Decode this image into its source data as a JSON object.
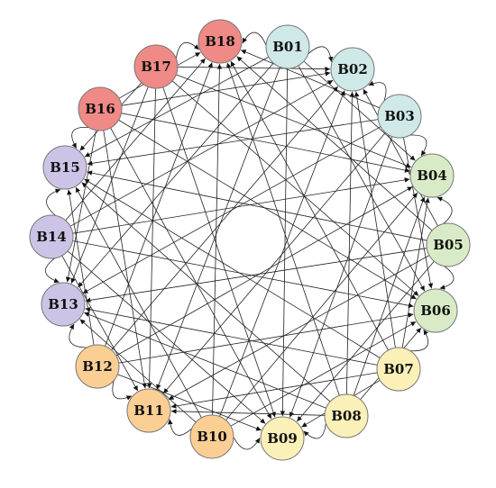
{
  "diagram": {
    "groups": [
      {
        "id": "teal",
        "color": "#cfe8e8"
      },
      {
        "id": "green",
        "color": "#d8ebc6"
      },
      {
        "id": "yellow",
        "color": "#fbf0b8"
      },
      {
        "id": "orange",
        "color": "#fbcf94"
      },
      {
        "id": "purple",
        "color": "#cdc3e6"
      },
      {
        "id": "red",
        "color": "#f08a86"
      }
    ],
    "nodes": [
      {
        "id": "B01",
        "label": "B01",
        "group": "teal"
      },
      {
        "id": "B02",
        "label": "B02",
        "group": "teal"
      },
      {
        "id": "B03",
        "label": "B03",
        "group": "teal"
      },
      {
        "id": "B04",
        "label": "B04",
        "group": "green"
      },
      {
        "id": "B05",
        "label": "B05",
        "group": "green"
      },
      {
        "id": "B06",
        "label": "B06",
        "group": "green"
      },
      {
        "id": "B07",
        "label": "B07",
        "group": "yellow"
      },
      {
        "id": "B08",
        "label": "B08",
        "group": "yellow"
      },
      {
        "id": "B09",
        "label": "B09",
        "group": "yellow"
      },
      {
        "id": "B10",
        "label": "B10",
        "group": "orange"
      },
      {
        "id": "B11",
        "label": "B11",
        "group": "orange"
      },
      {
        "id": "B12",
        "label": "B12",
        "group": "orange"
      },
      {
        "id": "B13",
        "label": "B13",
        "group": "purple"
      },
      {
        "id": "B14",
        "label": "B14",
        "group": "purple"
      },
      {
        "id": "B15",
        "label": "B15",
        "group": "purple"
      },
      {
        "id": "B16",
        "label": "B16",
        "group": "red"
      },
      {
        "id": "B17",
        "label": "B17",
        "group": "red"
      },
      {
        "id": "B18",
        "label": "B18",
        "group": "red"
      }
    ],
    "edges": [
      [
        "B01",
        "B02"
      ],
      [
        "B01",
        "B04"
      ],
      [
        "B01",
        "B06"
      ],
      [
        "B01",
        "B09"
      ],
      [
        "B01",
        "B11"
      ],
      [
        "B01",
        "B13"
      ],
      [
        "B01",
        "B15"
      ],
      [
        "B01",
        "B18"
      ],
      [
        "B03",
        "B02"
      ],
      [
        "B03",
        "B04"
      ],
      [
        "B03",
        "B06"
      ],
      [
        "B03",
        "B09"
      ],
      [
        "B03",
        "B11"
      ],
      [
        "B03",
        "B13"
      ],
      [
        "B03",
        "B15"
      ],
      [
        "B03",
        "B18"
      ],
      [
        "B05",
        "B02"
      ],
      [
        "B05",
        "B04"
      ],
      [
        "B05",
        "B06"
      ],
      [
        "B05",
        "B09"
      ],
      [
        "B05",
        "B11"
      ],
      [
        "B05",
        "B13"
      ],
      [
        "B05",
        "B15"
      ],
      [
        "B05",
        "B18"
      ],
      [
        "B07",
        "B02"
      ],
      [
        "B07",
        "B04"
      ],
      [
        "B07",
        "B06"
      ],
      [
        "B07",
        "B09"
      ],
      [
        "B07",
        "B11"
      ],
      [
        "B07",
        "B13"
      ],
      [
        "B07",
        "B15"
      ],
      [
        "B07",
        "B18"
      ],
      [
        "B08",
        "B02"
      ],
      [
        "B08",
        "B04"
      ],
      [
        "B08",
        "B06"
      ],
      [
        "B08",
        "B09"
      ],
      [
        "B08",
        "B11"
      ],
      [
        "B08",
        "B13"
      ],
      [
        "B08",
        "B15"
      ],
      [
        "B08",
        "B18"
      ],
      [
        "B10",
        "B02"
      ],
      [
        "B10",
        "B04"
      ],
      [
        "B10",
        "B06"
      ],
      [
        "B10",
        "B09"
      ],
      [
        "B10",
        "B11"
      ],
      [
        "B10",
        "B13"
      ],
      [
        "B10",
        "B15"
      ],
      [
        "B10",
        "B18"
      ],
      [
        "B12",
        "B02"
      ],
      [
        "B12",
        "B04"
      ],
      [
        "B12",
        "B06"
      ],
      [
        "B12",
        "B09"
      ],
      [
        "B12",
        "B11"
      ],
      [
        "B12",
        "B13"
      ],
      [
        "B12",
        "B15"
      ],
      [
        "B12",
        "B18"
      ],
      [
        "B14",
        "B02"
      ],
      [
        "B14",
        "B04"
      ],
      [
        "B14",
        "B06"
      ],
      [
        "B14",
        "B09"
      ],
      [
        "B14",
        "B11"
      ],
      [
        "B14",
        "B13"
      ],
      [
        "B14",
        "B15"
      ],
      [
        "B14",
        "B18"
      ],
      [
        "B16",
        "B02"
      ],
      [
        "B16",
        "B04"
      ],
      [
        "B16",
        "B06"
      ],
      [
        "B16",
        "B09"
      ],
      [
        "B16",
        "B11"
      ],
      [
        "B16",
        "B13"
      ],
      [
        "B16",
        "B15"
      ],
      [
        "B16",
        "B18"
      ],
      [
        "B17",
        "B02"
      ],
      [
        "B17",
        "B04"
      ],
      [
        "B17",
        "B06"
      ],
      [
        "B17",
        "B09"
      ],
      [
        "B17",
        "B11"
      ],
      [
        "B17",
        "B13"
      ],
      [
        "B17",
        "B15"
      ],
      [
        "B17",
        "B18"
      ]
    ]
  }
}
